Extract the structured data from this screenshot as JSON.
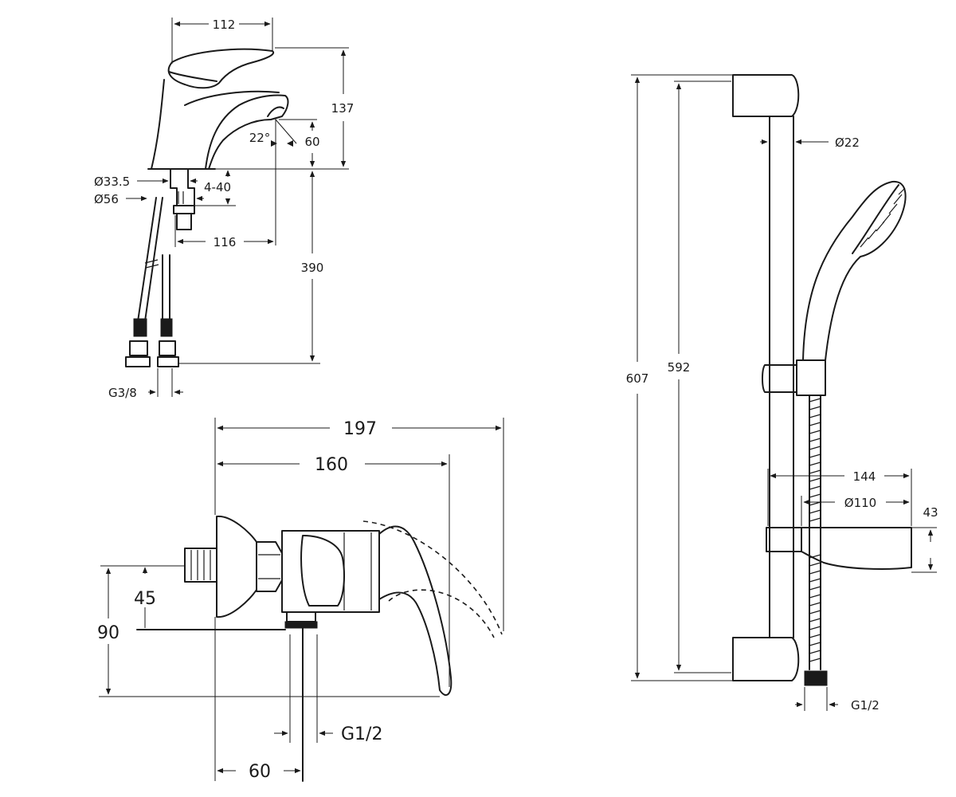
{
  "basin_mixer": {
    "width": "112",
    "height_total": "137",
    "spout_angle": "22°",
    "spout_height": "60",
    "dia_shank": "Ø33.5",
    "dia_base": "Ø56",
    "deck_thickness": "4-40",
    "spout_reach": "116",
    "hose_length": "390",
    "hose_thread": "G3/8"
  },
  "wall_mixer": {
    "overall_length": "197",
    "body_length": "160",
    "center_height_small": "45",
    "center_height_large": "90",
    "outlet_offset": "60",
    "outlet_thread": "G1/2"
  },
  "shower_rail": {
    "overall_height": "607",
    "bracket_spacing": "592",
    "rail_diameter": "Ø22",
    "dish_width": "144",
    "dish_diameter": "Ø110",
    "dish_height": "43",
    "hose_thread": "G1/2"
  }
}
